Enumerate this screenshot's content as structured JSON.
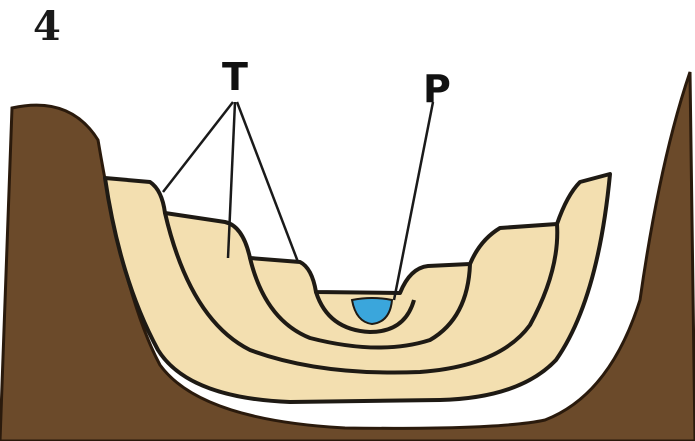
{
  "figure_number": "4",
  "labels": {
    "terraces": "T",
    "river": "P"
  },
  "colors": {
    "bedrock": "#6b4a2a",
    "bedrock_edge": "#2a1a0c",
    "terrace_fill": "#f3dfb0",
    "outline": "#1e1a14",
    "water": "#3aa6dc",
    "background": "#ffffff"
  }
}
